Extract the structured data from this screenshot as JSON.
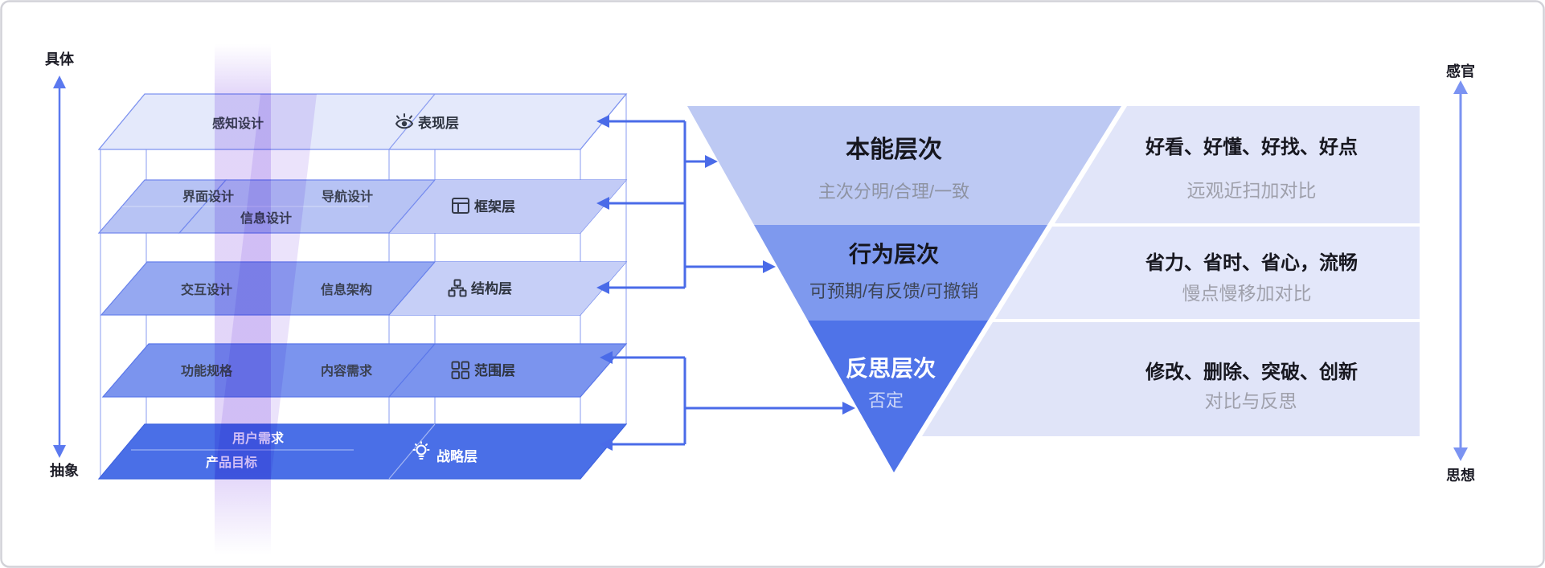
{
  "axes": {
    "left": {
      "top": "具体",
      "bottom": "抽象"
    },
    "right": {
      "top": "感官",
      "bottom": "思想"
    }
  },
  "stack": {
    "layers": [
      {
        "label": "表现层",
        "icon": "eye-icon",
        "items": {
          "center": "感知设计"
        }
      },
      {
        "label": "框架层",
        "icon": "frame-icon",
        "items": {
          "left": "界面设计",
          "right": "导航设计",
          "center2": "信息设计"
        }
      },
      {
        "label": "结构层",
        "icon": "sitemap-icon",
        "items": {
          "left": "交互设计",
          "right": "信息架构"
        }
      },
      {
        "label": "范围层",
        "icon": "grid-icon",
        "items": {
          "left": "功能规格",
          "right": "内容需求"
        }
      },
      {
        "label": "战略层",
        "icon": "bulb-icon",
        "items": {
          "center": "用户需求",
          "center2": "产品目标"
        }
      }
    ]
  },
  "funnel": {
    "levels": [
      {
        "title": "本能层次",
        "subtitle": "主次分明/合理/一致"
      },
      {
        "title": "行为层次",
        "subtitle": "可预期/有反馈/可撤销"
      },
      {
        "title": "反思层次",
        "subtitle": "否定"
      }
    ]
  },
  "panel": {
    "rows": [
      {
        "line1": "好看、好懂、好找、好点",
        "line2": "远观近扫加对比"
      },
      {
        "line1": "省力、省时、省心，流畅",
        "line2": "慢点慢移加对比"
      },
      {
        "line1": "修改、删除、突破、创新",
        "line2": "对比与反思"
      }
    ]
  },
  "colors": {
    "accent_blue": "#4a6be8",
    "layer1": "#e4e9fb",
    "layer2": "#b7c3f4",
    "layer3": "#95a8f1",
    "layer4": "#7b94ee",
    "layer5": "#4a6fe7",
    "funnel1": "#bdc9f3",
    "funnel2": "#7e99ee",
    "funnel3": "#4f73e8",
    "panel_bg": "#e1e5f9",
    "purple_band": "#c3aaf2"
  }
}
